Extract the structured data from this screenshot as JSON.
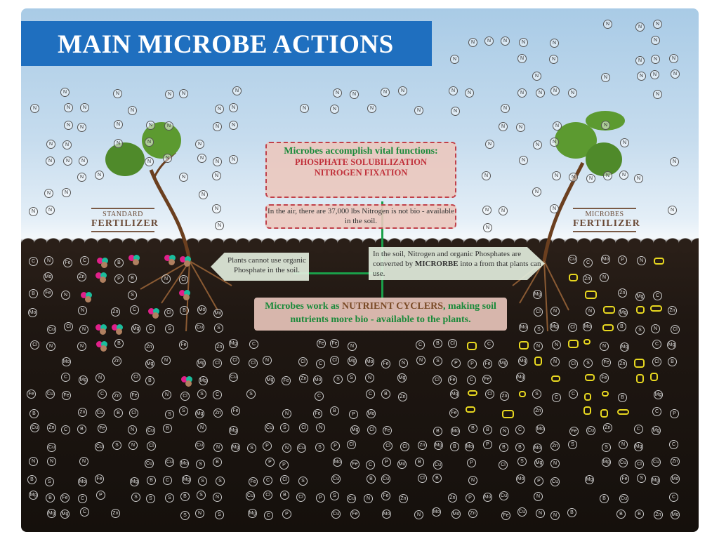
{
  "title": "MAIN MICROBE ACTIONS",
  "left_label": {
    "small": "STANDARD",
    "big": "FERTILIZER"
  },
  "right_label": {
    "small": "MICROBES",
    "big": "FERTILIZER"
  },
  "top_box": {
    "line1": "Microbes accomplish vital functions:",
    "line2": "PHOSPHATE SOLUBILIZATION",
    "line3": "NITROGEN FIXATION"
  },
  "air_box": "In the air, there are 37,000 lbs Nitrogen is not bio - available in the soil.",
  "left_arrow": "Plants cannot use organic Phosphate in the soil.",
  "right_arrow": {
    "text": "In the soil, Nitrogen and organic Phosphates are converted by ",
    "bold": "MICRORBE",
    "tail": " into a from that plants can use."
  },
  "bottom_box": {
    "pre": "Microbes work as ",
    "highlight": "NUTRIENT CYCLERS",
    "post": ", making soil nutrients more bio - available to the plants."
  },
  "sky_symbol": "N",
  "soil_symbols": [
    "N",
    "P",
    "B",
    "C",
    "Zn",
    "Fe",
    "Mo",
    "Cl",
    "Mg",
    "S",
    "Cu"
  ],
  "colors": {
    "title_bg": "#1f6fbf",
    "green": "#1aa04a",
    "red": "#c0303a",
    "brown": "#7a4a26"
  }
}
